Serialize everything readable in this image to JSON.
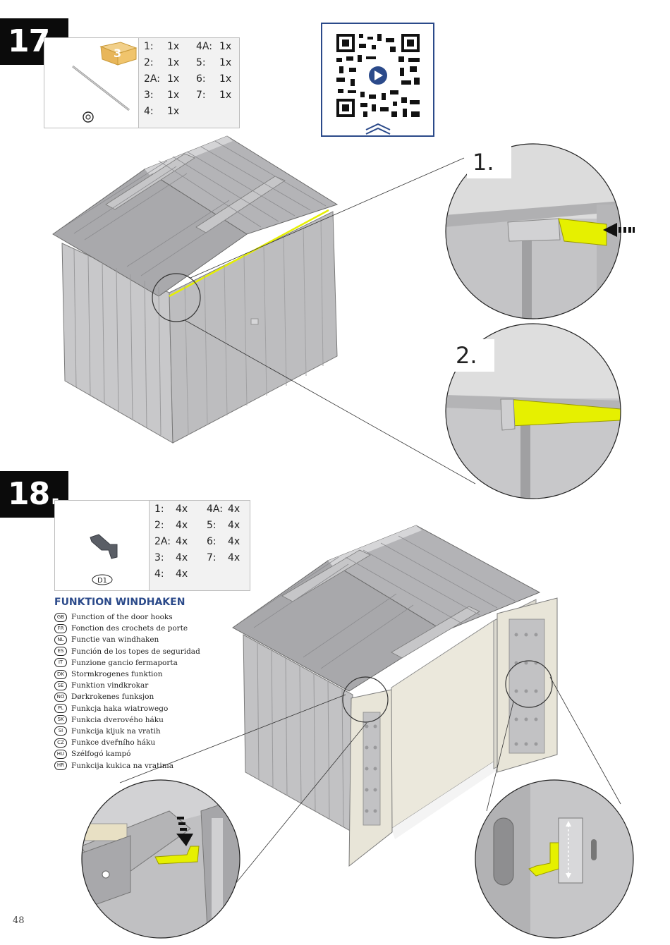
{
  "steps": [
    {
      "number": "17.",
      "box_count": "3",
      "parts": [
        {
          "label": "1:",
          "qty": "1x"
        },
        {
          "label": "4A:",
          "qty": "1x"
        },
        {
          "label": "2:",
          "qty": "1x"
        },
        {
          "label": "5:",
          "qty": "1x"
        },
        {
          "label": "2A:",
          "qty": "1x"
        },
        {
          "label": "6:",
          "qty": "1x"
        },
        {
          "label": "3:",
          "qty": "1x"
        },
        {
          "label": "7:",
          "qty": "1x"
        },
        {
          "label": "4:",
          "qty": "1x"
        }
      ],
      "callouts": [
        "1.",
        "2."
      ]
    },
    {
      "number": "18.",
      "part_code": "D1",
      "parts": [
        {
          "label": "1:",
          "qty": "4x"
        },
        {
          "label": "4A:",
          "qty": "4x"
        },
        {
          "label": "2:",
          "qty": "4x"
        },
        {
          "label": "5:",
          "qty": "4x"
        },
        {
          "label": "2A:",
          "qty": "4x"
        },
        {
          "label": "6:",
          "qty": "4x"
        },
        {
          "label": "3:",
          "qty": "4x"
        },
        {
          "label": "7:",
          "qty": "4x"
        },
        {
          "label": "4:",
          "qty": "4x"
        }
      ]
    }
  ],
  "function_section": {
    "title": "FUNKTION WINDHAKEN",
    "languages": [
      {
        "code": "GB",
        "text": "Function of the door hooks"
      },
      {
        "code": "FR",
        "text": "Fonction des crochets de porte"
      },
      {
        "code": "NL",
        "text": "Functie van windhaken"
      },
      {
        "code": "ES",
        "text": "Función de los topes de seguridad"
      },
      {
        "code": "IT",
        "text": "Funzione gancio fermaporta"
      },
      {
        "code": "DK",
        "text": "Stormkrogenes funktion"
      },
      {
        "code": "SE",
        "text": "Funktion vindkrokar"
      },
      {
        "code": "NO",
        "text": "Dørkrokenes funksjon"
      },
      {
        "code": "PL",
        "text": "Funkcja haka wiatrowego"
      },
      {
        "code": "SK",
        "text": "Funkcia dverového háku"
      },
      {
        "code": "SI",
        "text": "Funkcija kljuk na vratih"
      },
      {
        "code": "CZ",
        "text": "Funkce dveřního háku"
      },
      {
        "code": "HU",
        "text": "Szélfogó kampó"
      },
      {
        "code": "HR",
        "text": "Funkcija kukica na vratima"
      }
    ]
  },
  "icons": [
    "box-icon",
    "rod-part-icon",
    "washer-icon",
    "qr-code-icon",
    "play-icon",
    "chevron-up-icon",
    "arrow-icon",
    "door-hook-part-icon"
  ],
  "colors": {
    "badge": "#0b0b0b",
    "accent_blue": "#2b4a8a",
    "highlight_yellow": "#e6f000",
    "metal_gray": "#b9b9bb"
  },
  "page_number": "48"
}
